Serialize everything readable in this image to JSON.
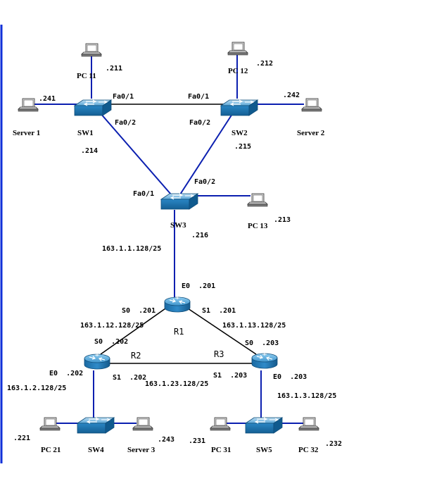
{
  "devices": {
    "pc11": {
      "name": "PC 11",
      "addr": ".211"
    },
    "pc12": {
      "name": "PC 12",
      "addr": ".212"
    },
    "pc13": {
      "name": "PC 13",
      "addr": ".213"
    },
    "pc21": {
      "name": "PC 21",
      "addr": ".221"
    },
    "pc31": {
      "name": "PC 31",
      "addr": ".231"
    },
    "pc32": {
      "name": "PC 32",
      "addr": ".232"
    },
    "server1": {
      "name": "Server 1",
      "addr": ".241"
    },
    "server2": {
      "name": "Server 2",
      "addr": ".242"
    },
    "server3": {
      "name": "Server 3",
      "addr": ".243"
    },
    "sw1": {
      "name": "SW1",
      "addr": ".214",
      "port_a": "Fa0/1",
      "port_b": "Fa0/2"
    },
    "sw2": {
      "name": "SW2",
      "addr": ".215",
      "port_a": "Fa0/1",
      "port_b": "Fa0/2"
    },
    "sw3": {
      "name": "SW3",
      "addr": ".216",
      "port_a": "Fa0/1",
      "port_b": "Fa0/2"
    },
    "sw4": {
      "name": "SW4"
    },
    "sw5": {
      "name": "SW5"
    },
    "r1": {
      "name": "R1",
      "e0": "E0  .201",
      "s0": "S0  .201",
      "s1": "S1  .201"
    },
    "r2": {
      "name": "R2",
      "e0": "E0  .202",
      "s0": "S0  .202",
      "s1": "S1  .202"
    },
    "r3": {
      "name": "R3",
      "e0": "E0  .203",
      "s0": "S0  .203",
      "s1": "S1  .203"
    }
  },
  "networks": {
    "lan1": "163.1.1.128/25",
    "lan2": "163.1.2.128/25",
    "lan3": "163.1.3.128/25",
    "r1_r2": "163.1.12.128/25",
    "r1_r3": "163.1.13.128/25",
    "r2_r3": "163.1.23.128/25"
  }
}
